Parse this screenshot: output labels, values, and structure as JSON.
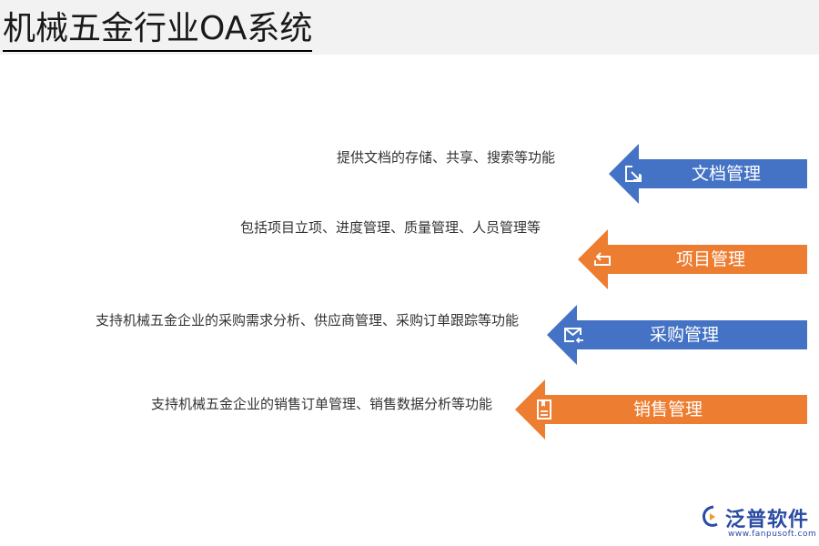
{
  "title": "机械五金行业OA系统",
  "items": [
    {
      "label": "文档管理",
      "description": "提供文档的存储、共享、搜索等功能",
      "color": "#4472c4",
      "icon": "share-icon"
    },
    {
      "label": "项目管理",
      "description": "包括项目立项、进度管理、质量管理、人员管理等",
      "color": "#ed7d31",
      "icon": "repeat-icon"
    },
    {
      "label": "采购管理",
      "description": "支持机械五金企业的采购需求分析、供应商管理、采购订单跟踪等功能",
      "color": "#4472c4",
      "icon": "mail-icon"
    },
    {
      "label": "销售管理",
      "description": "支持机械五金企业的销售订单管理、销售数据分析等功能",
      "color": "#ed7d31",
      "icon": "document-icon"
    }
  ],
  "logo": {
    "name": "泛普软件",
    "url": "www.fanpusoft.com"
  }
}
